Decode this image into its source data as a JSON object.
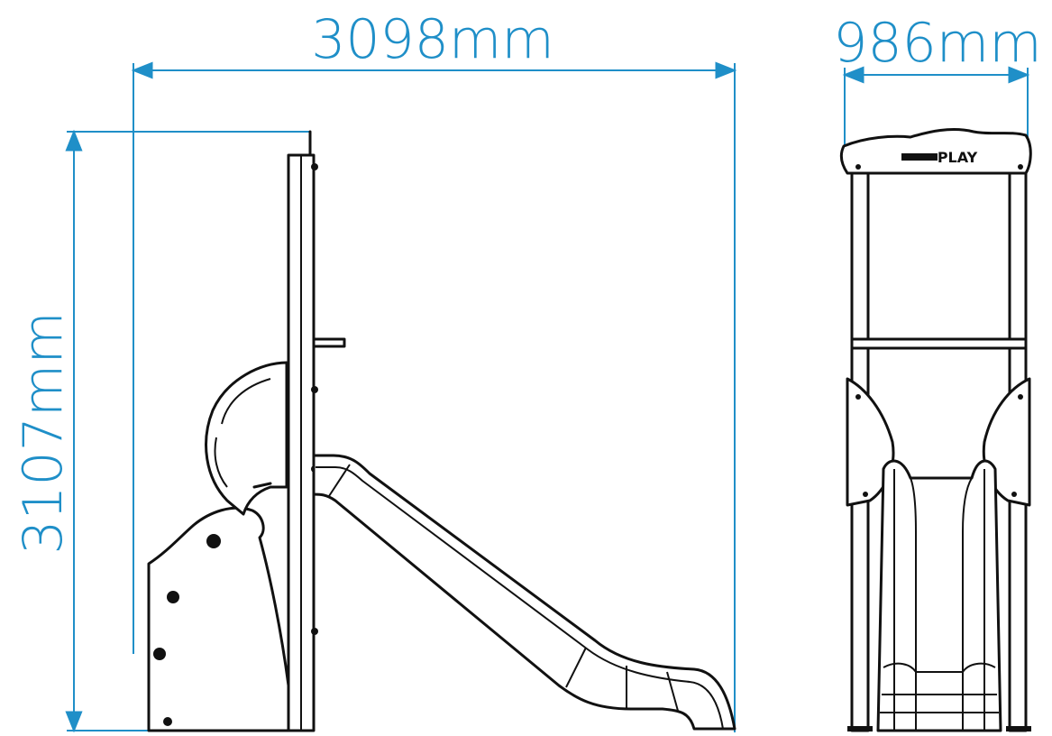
{
  "colors": {
    "dimension": "#1f8fc8",
    "ink": "#111111",
    "background": "#ffffff"
  },
  "dimensions": {
    "overall_length": "3098mm",
    "overall_width": "986mm",
    "overall_height": "3107mm"
  },
  "logo": {
    "text": "PLAY"
  }
}
